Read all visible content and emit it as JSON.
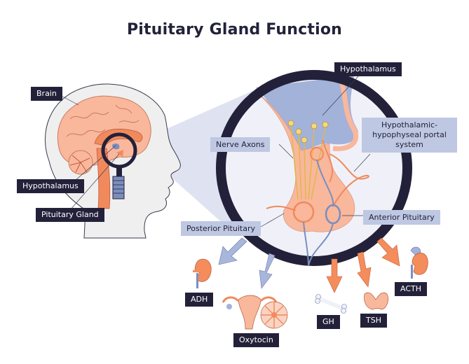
{
  "title": "Pituitary Gland Function",
  "colors": {
    "dark": "#23213a",
    "label_light_bg": "#bfc8e2",
    "tissue": "#f9b79c",
    "vessel_orange": "#f08a5d",
    "vessel_blue": "#7b8ebf",
    "hypothalamus_blue": "#a3b2d9",
    "head_bg": "#efefef",
    "zoom_cone": "#dfe3f1",
    "arrow_blue": "#a9b6dc",
    "arrow_orange": "#f58c5c",
    "neuron_yellow": "#f8d878"
  },
  "head_labels": {
    "brain": "Brain",
    "hypothalamus": "Hypothalamus",
    "pituitary_gland": "Pituitary Gland"
  },
  "zoom_labels": {
    "hypothalamus": "Hypothalamus",
    "nerve_axons": "Nerve Axons",
    "portal_system": "Hypothalamic-hypophyseal portal system",
    "posterior_pituitary": "Posterior Pituitary",
    "anterior_pituitary": "Anterior Pituitary"
  },
  "hormones": [
    {
      "name": "ADH",
      "source": "posterior",
      "target": "kidney"
    },
    {
      "name": "Oxytocin",
      "source": "posterior",
      "target": "uterus and mammary gland"
    },
    {
      "name": "GH",
      "source": "anterior",
      "target": "bone"
    },
    {
      "name": "TSH",
      "source": "anterior",
      "target": "thyroid"
    },
    {
      "name": "ACTH",
      "source": "anterior",
      "target": "adrenal gland and kidney"
    }
  ]
}
